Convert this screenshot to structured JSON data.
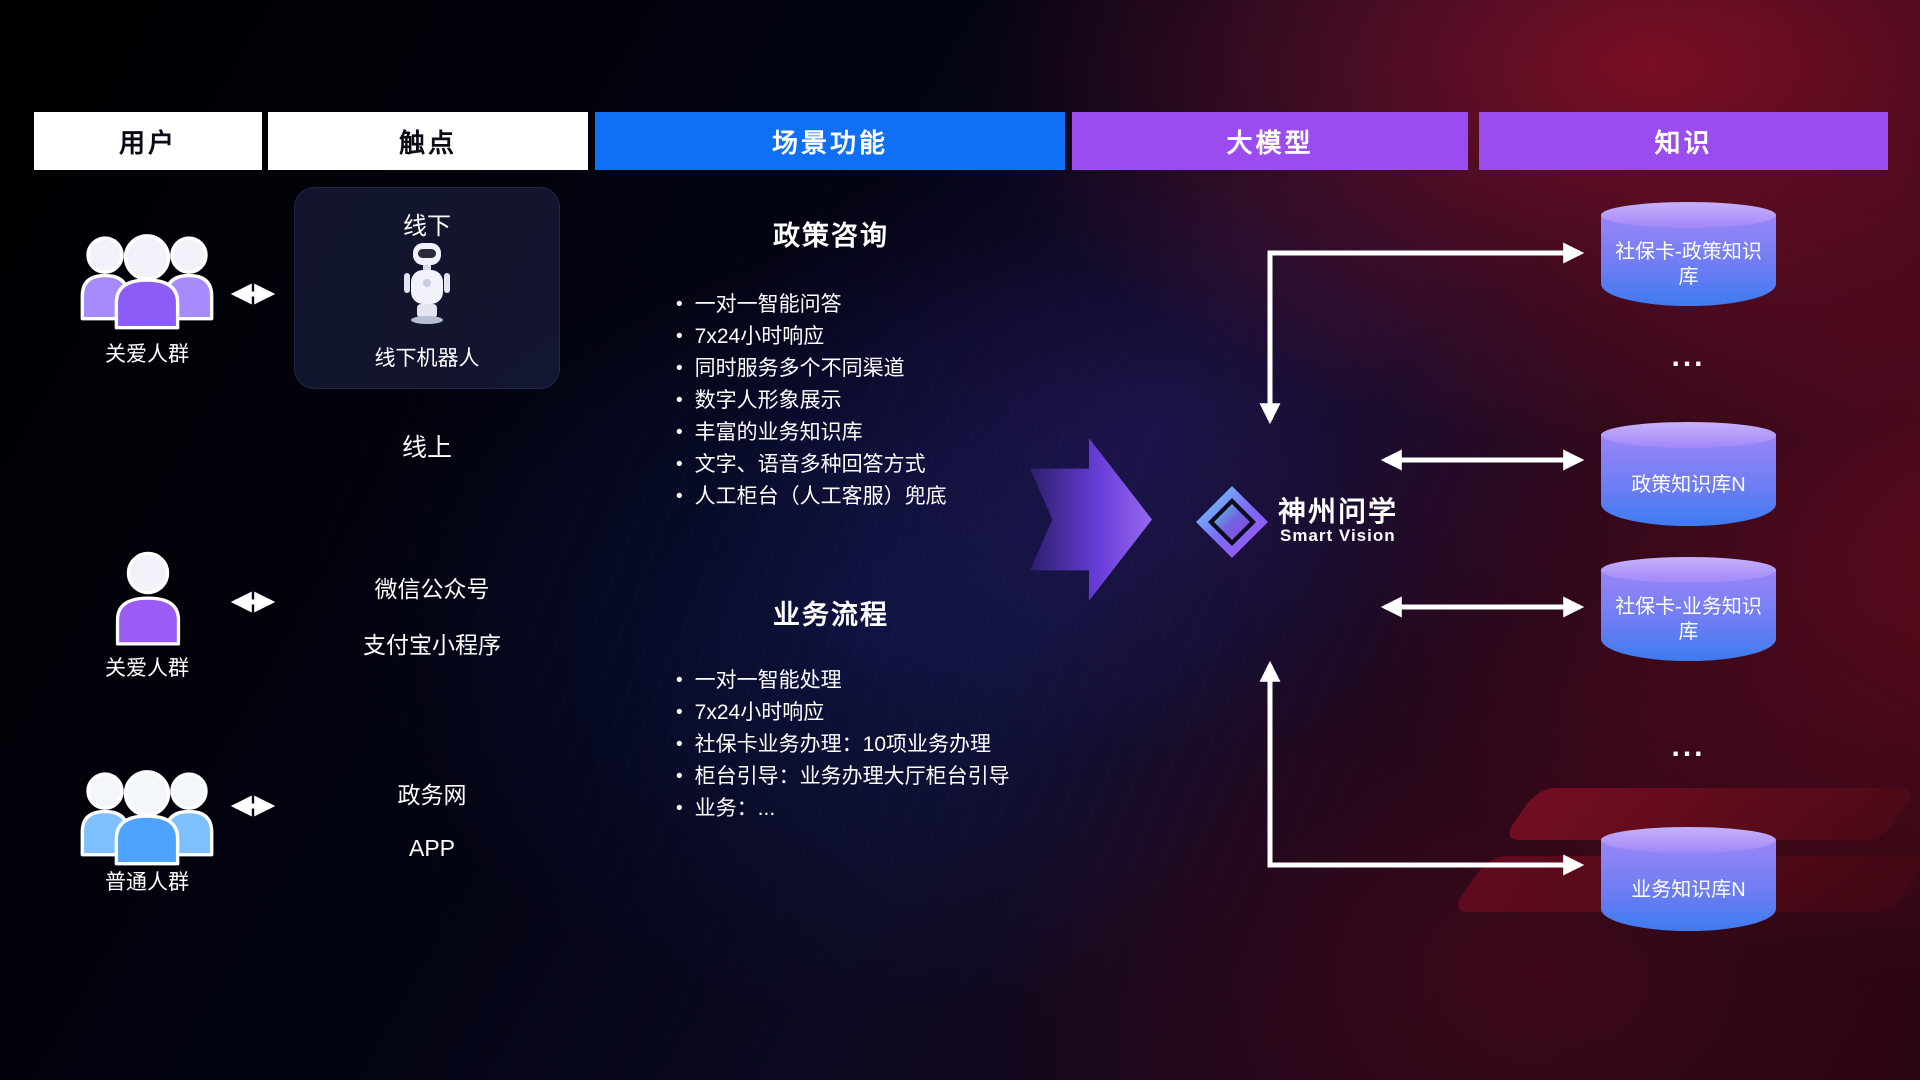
{
  "headers": {
    "users": "用户",
    "touchpoints": "触点",
    "scenarios": "场景功能",
    "model": "大模型",
    "knowledge": "知识"
  },
  "users": [
    {
      "label": "关爱人群",
      "icon": "people-group",
      "color": "#9b5cf6"
    },
    {
      "label": "关爱人群",
      "icon": "person-single",
      "color": "#9b5cf6"
    },
    {
      "label": "普通人群",
      "icon": "people-group",
      "color": "#4da3ff"
    }
  ],
  "touchpoints": {
    "offline_title": "线下",
    "offline_robot": "线下机器人",
    "online_title": "线上",
    "channels": [
      "微信公众号",
      "支付宝小程序",
      "政务网",
      "APP"
    ]
  },
  "scenarios": [
    {
      "title": "政策咨询",
      "items": [
        "一对一智能问答",
        "7x24小时响应",
        "同时服务多个不同渠道",
        "数字人形象展示",
        "丰富的业务知识库",
        "文字、语音多种回答方式",
        "人工柜台（人工客服）兜底"
      ]
    },
    {
      "title": "业务流程",
      "items": [
        "一对一智能处理",
        "7x24小时响应",
        "社保卡业务办理：10项业务办理",
        "柜台引导：业务办理大厅柜台引导",
        "业务：..."
      ]
    }
  ],
  "model": {
    "name": "神州问学",
    "subtitle": "Smart Vision"
  },
  "knowledge": {
    "db1": "社保卡-政策知识库",
    "ellipsis1": "...",
    "db2": "政策知识库N",
    "db3": "社保卡-业务知识库",
    "ellipsis2": "...",
    "db4": "业务知识库N"
  },
  "colors": {
    "header_blue": "#0f6ff5",
    "header_purple": "#9a4cf0",
    "cylinder_top": "#c6b1fd",
    "cylinder_body_top": "#9a86f7",
    "cylinder_body_bottom": "#3e7bf0",
    "connector_white": "#ffffff",
    "user_purple": "#9b5cf6",
    "user_blue": "#4da3ff",
    "big_arrow_purple": "#7c4df0"
  }
}
